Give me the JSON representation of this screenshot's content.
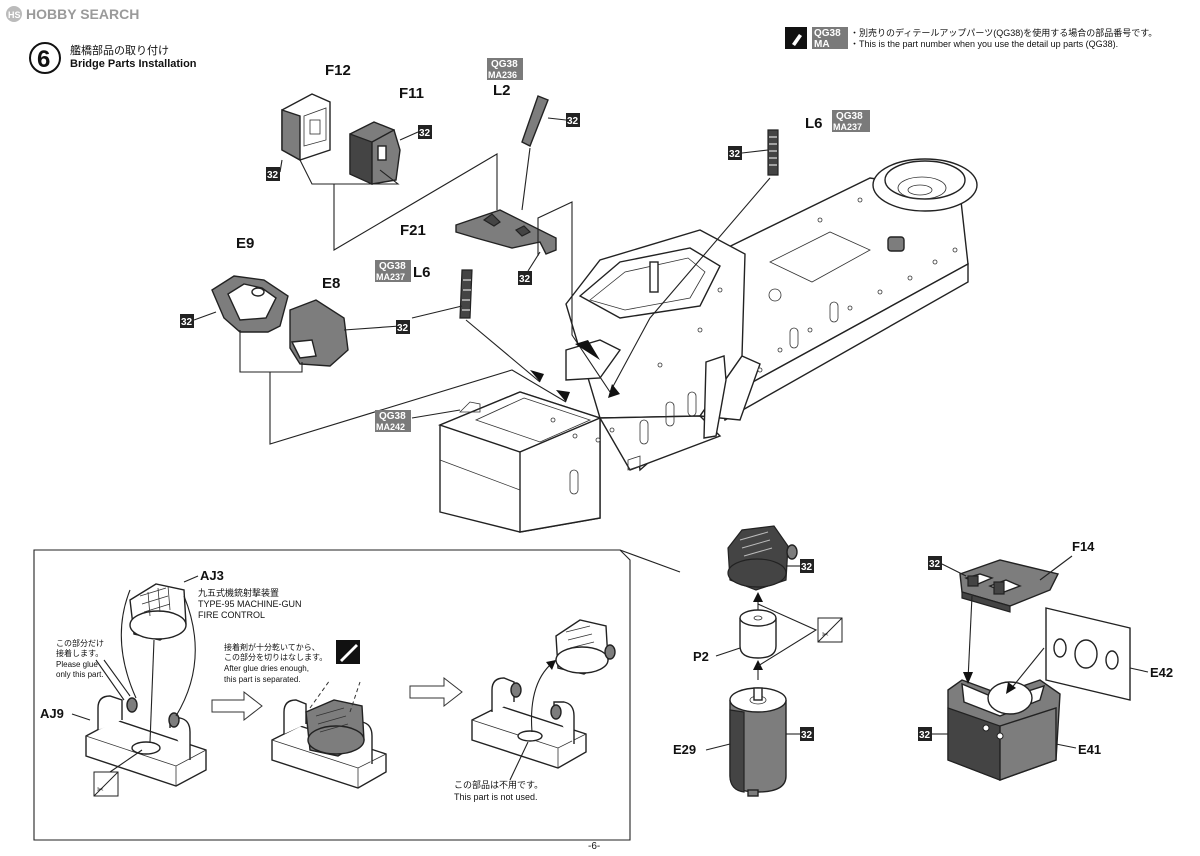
{
  "watermark": "HOBBY SEARCH",
  "step": {
    "number": "6",
    "title_jp": "艦橋部品の取り付け",
    "title_en": "Bridge Parts Installation"
  },
  "legend": {
    "code_top": "QG38",
    "code_bottom": "MA",
    "text_jp": "・別売りのディテールアップパーツ(QG38)を使用する場合の部品番号です。",
    "text_en": "・This is the part number when you use the detail up parts (QG38)."
  },
  "parts": {
    "f12": "F12",
    "f11": "F11",
    "l2": "L2",
    "l6_top": "L6",
    "f21": "F21",
    "e9": "E9",
    "e8": "E8",
    "l6_mid": "L6",
    "aj3": "AJ3",
    "aj9": "AJ9",
    "p2": "P2",
    "e29": "E29",
    "f14": "F14",
    "e42": "E42",
    "e41": "E41"
  },
  "qg_tags": {
    "l2": {
      "top": "QG38",
      "bottom": "MA236"
    },
    "l6_top": {
      "top": "QG38",
      "bottom": "MA237"
    },
    "l6_mid": {
      "top": "QG38",
      "bottom": "MA237"
    },
    "deck": {
      "top": "QG38",
      "bottom": "MA242"
    }
  },
  "glue_code": "32",
  "inset": {
    "gun_jp": "九五式機銃射撃装置",
    "gun_en_1": "TYPE-95 MACHINE-GUN",
    "gun_en_2": "FIRE CONTROL",
    "glue_only_jp_1": "この部分だけ",
    "glue_only_jp_2": "接着します。",
    "glue_only_en_1": "Please glue",
    "glue_only_en_2": "only this part.",
    "after_jp_1": "接着剤が十分乾いてから、",
    "after_jp_2": "この部分を切りはなします。",
    "after_en_1": "After glue dries enough,",
    "after_en_2": "this part is separated.",
    "notused_jp": "この部品は不用です。",
    "notused_en": "This part is not used."
  },
  "page_number": "-6-"
}
